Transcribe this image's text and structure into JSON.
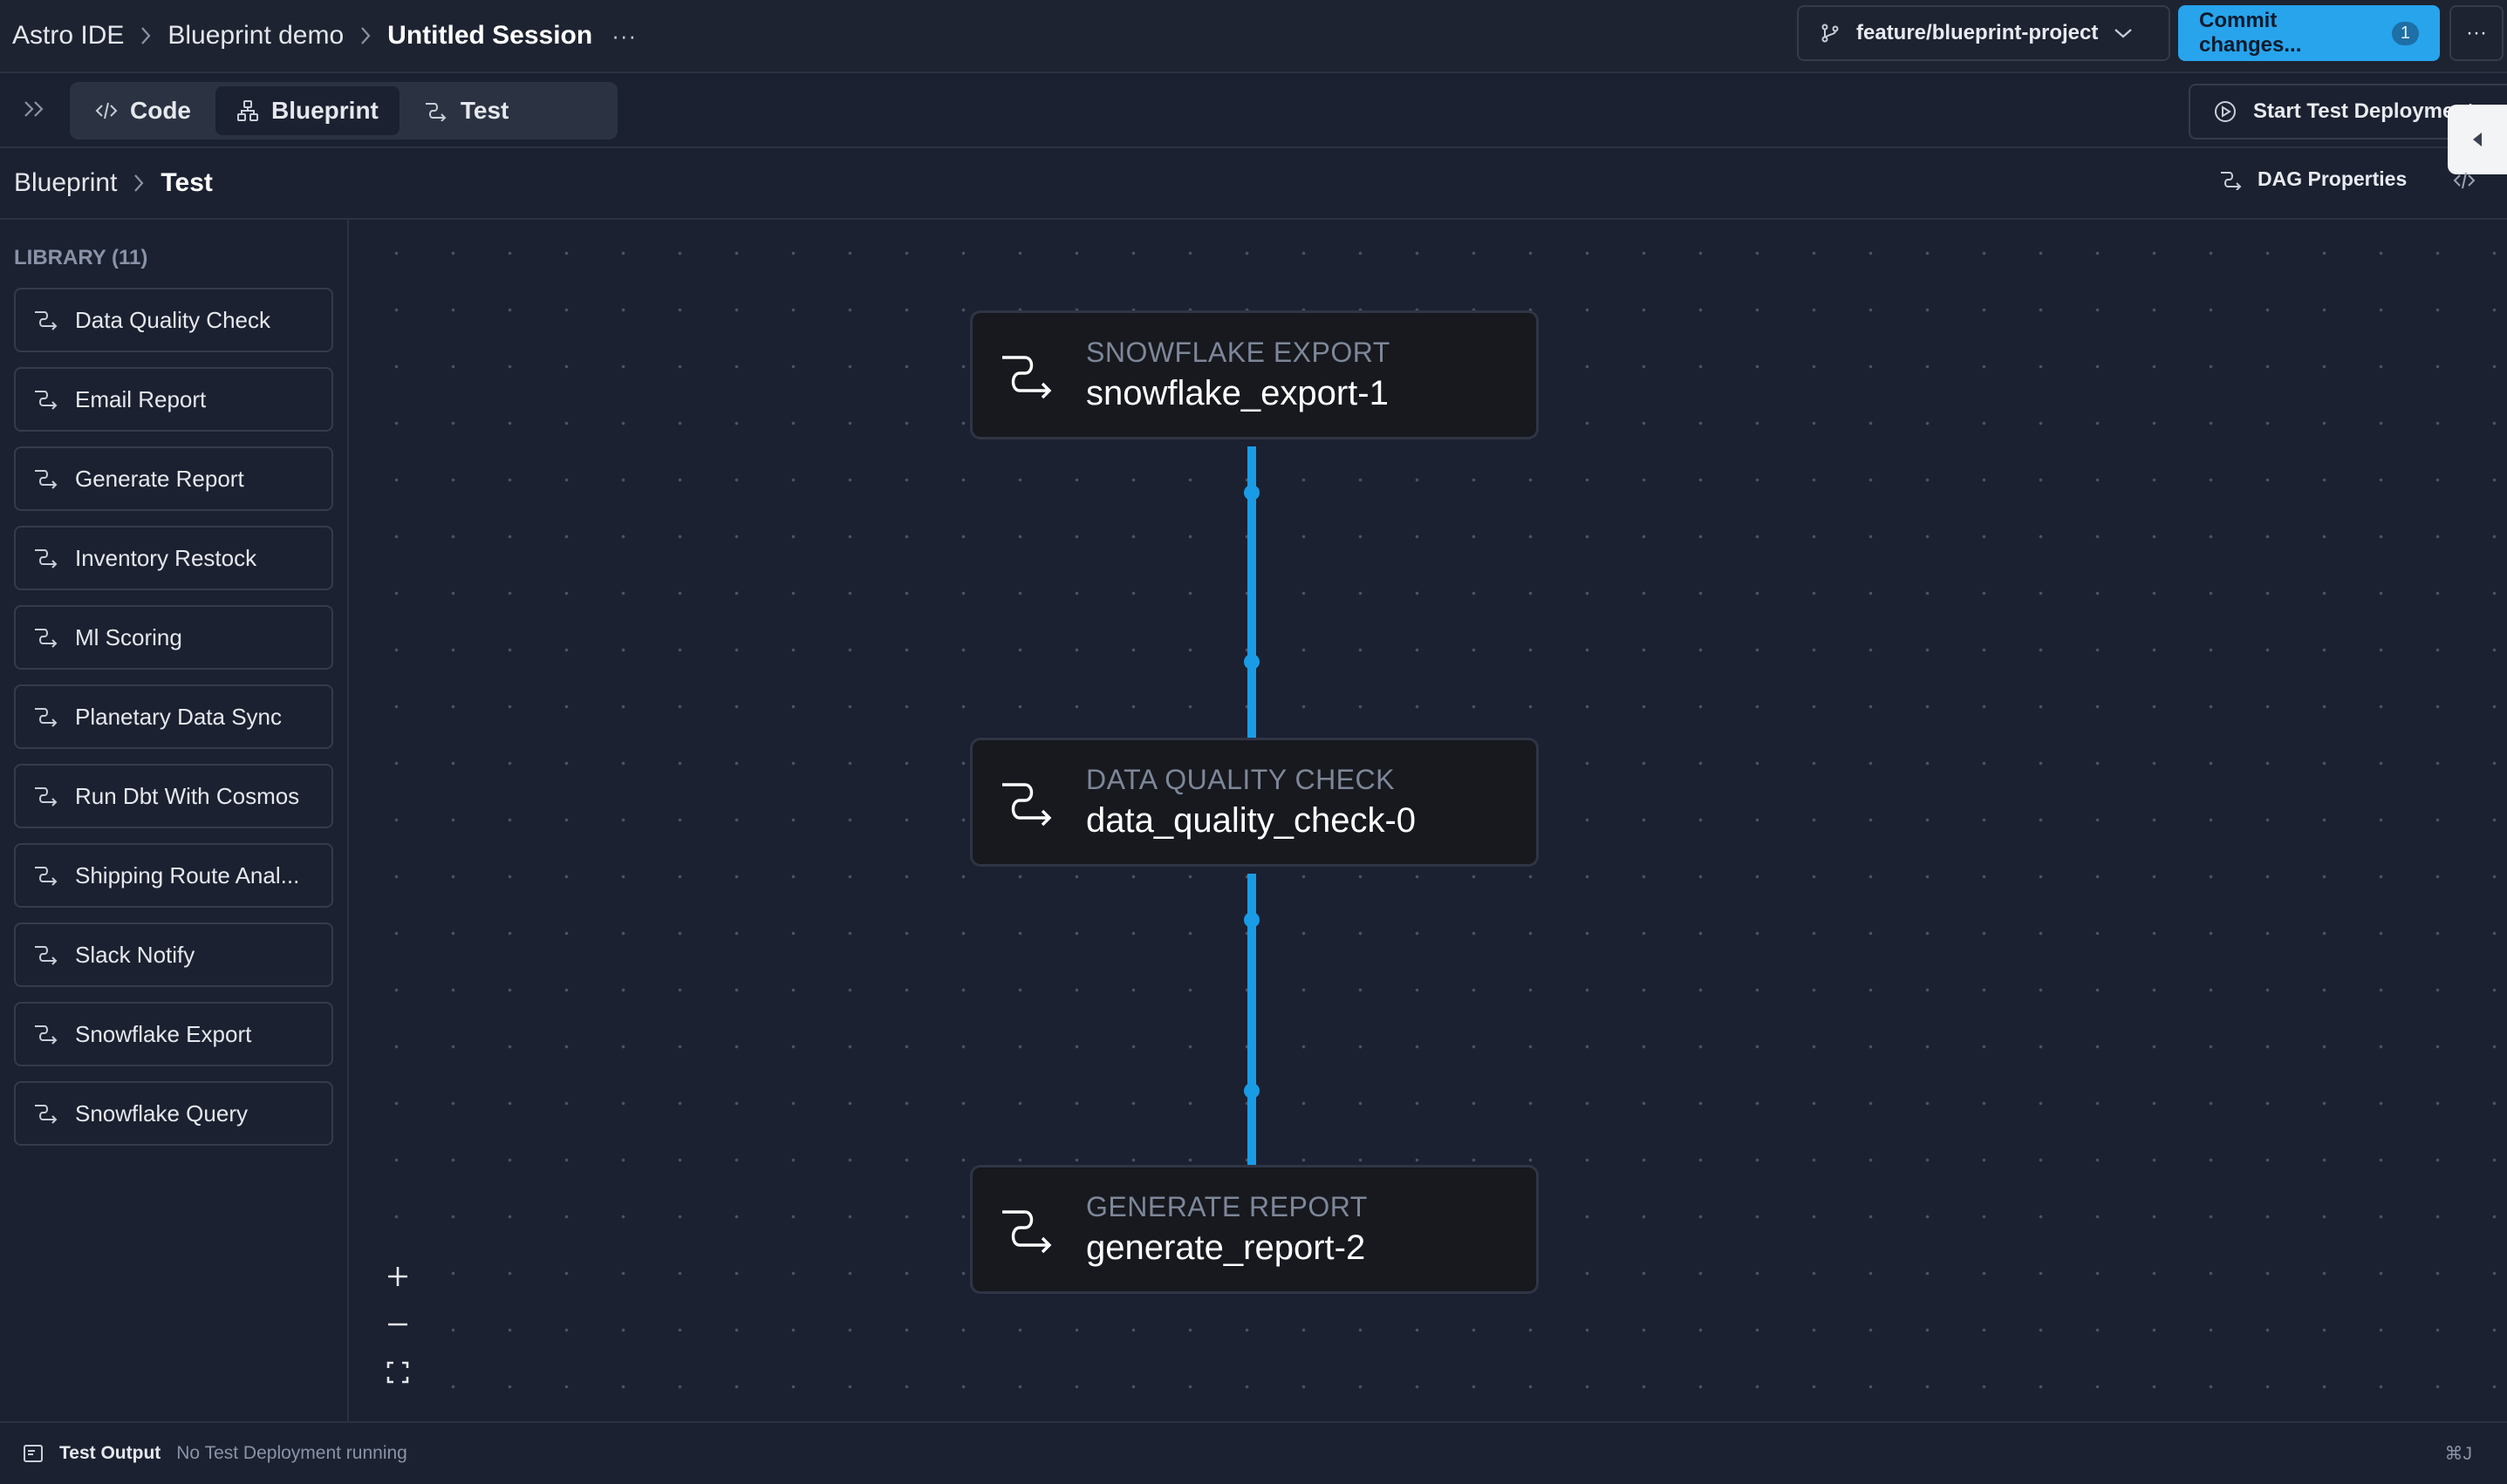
{
  "topbar": {
    "breadcrumb": [
      "Astro IDE",
      "Blueprint demo",
      "Untitled Session"
    ],
    "more_label": "···",
    "branch": "feature/blueprint-project",
    "commit_label": "Commit changes...",
    "commit_count": "1",
    "overflow_label": "···"
  },
  "toolbar": {
    "tabs": [
      {
        "label": "Code",
        "icon": "code-icon"
      },
      {
        "label": "Blueprint",
        "icon": "blueprint-icon",
        "active": true
      },
      {
        "label": "Test",
        "icon": "task-icon"
      }
    ],
    "start_label": "Start Test Deployment"
  },
  "subheader": {
    "breadcrumb": [
      "Blueprint",
      "Test"
    ],
    "dag_properties_label": "DAG Properties"
  },
  "library": {
    "title": "LIBRARY (11)",
    "items": [
      "Data Quality Check",
      "Email Report",
      "Generate Report",
      "Inventory Restock",
      "Ml Scoring",
      "Planetary Data Sync",
      "Run Dbt With Cosmos",
      "Shipping Route Anal...",
      "Slack Notify",
      "Snowflake Export",
      "Snowflake Query"
    ]
  },
  "canvas": {
    "nodes": [
      {
        "type": "SNOWFLAKE EXPORT",
        "name": "snowflake_export-1"
      },
      {
        "type": "DATA QUALITY CHECK",
        "name": "data_quality_check-0"
      },
      {
        "type": "GENERATE REPORT",
        "name": "generate_report-2"
      }
    ]
  },
  "statusbar": {
    "label": "Test Output",
    "text": "No Test Deployment running",
    "shortcut": "⌘J"
  },
  "colors": {
    "accent": "#27a4ec",
    "edge": "#1a9be6",
    "background": "#1b2130"
  }
}
